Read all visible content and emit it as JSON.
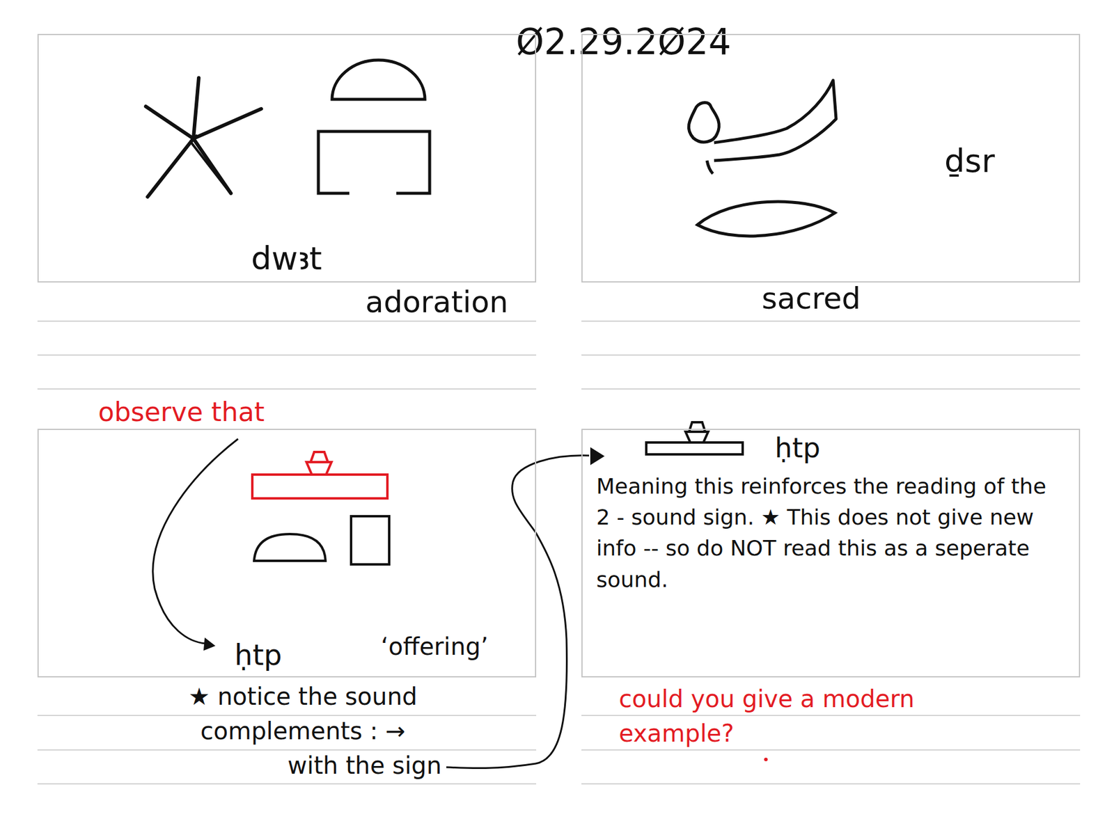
{
  "diagram": {
    "title": "Ø2.29.2Ø24",
    "nodes": [
      {
        "text": [
          "dwꜣt",
          "adoration"
        ]
      },
      {
        "text": [
          "ḏsr",
          "sacred"
        ]
      },
      {
        "text": [
          "ḥtp",
          "‘offering’"
        ]
      },
      {
        "text": [
          "ḥtp",
          "Meaning this reinforces the reading of the 2 - sound sign. ★ This does not give new info -- so do NOT read this as a seperate sound."
        ]
      }
    ],
    "labels": [
      "observe that",
      "★ notice the sound complements : →",
      "with the sign",
      "could you give a modern example?"
    ]
  }
}
